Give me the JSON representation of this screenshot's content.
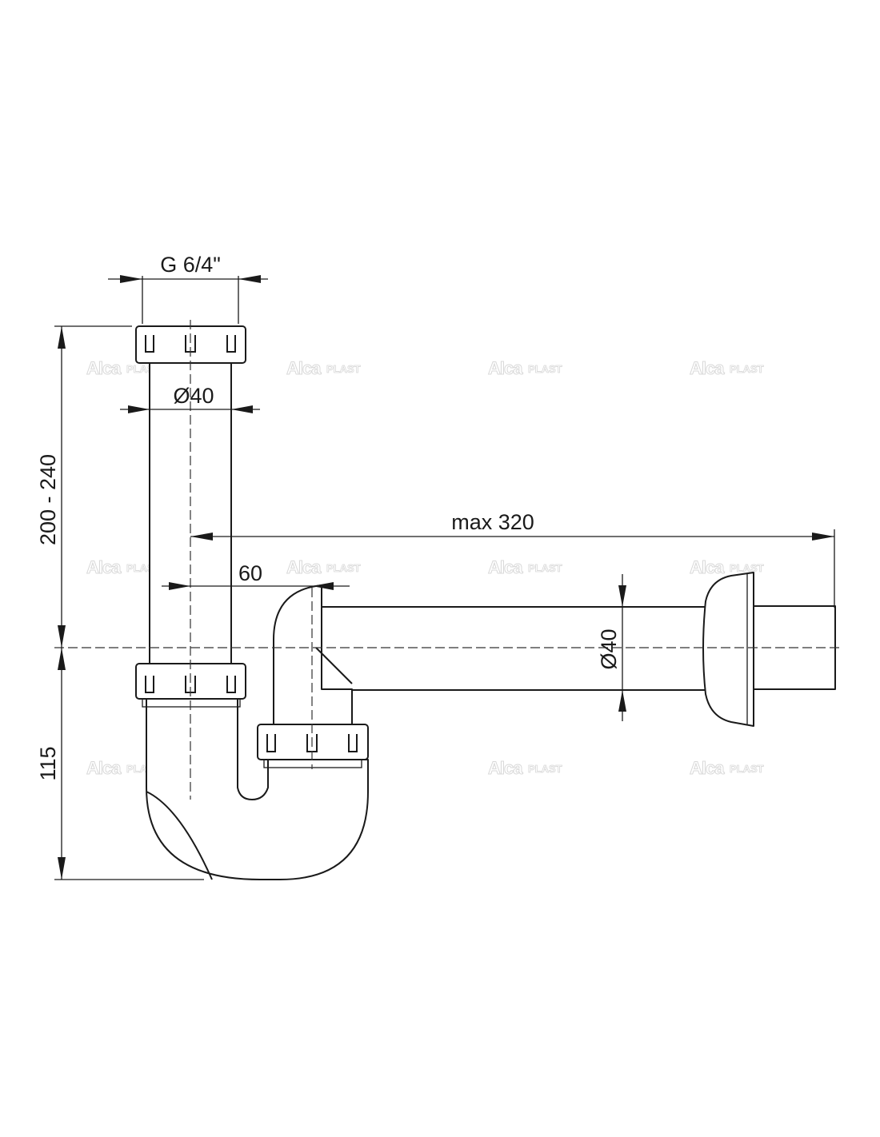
{
  "dimensions": {
    "thread": "G 6/4\"",
    "pipe_diameter_vertical": "Ø40",
    "pipe_diameter_horizontal": "Ø40",
    "max_length": "max 320",
    "offset": "60",
    "height_upper": "200 - 240",
    "height_lower": "115"
  },
  "watermark": {
    "brand_bold": "Alca",
    "brand_light": "PLAST"
  },
  "colors": {
    "line": "#1a1a1a",
    "watermark": "#d8d8d8",
    "background": "#ffffff"
  }
}
